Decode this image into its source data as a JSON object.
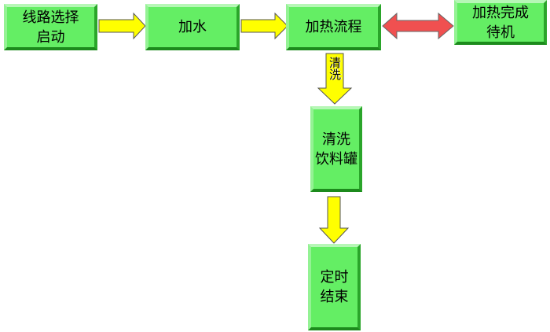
{
  "colors": {
    "box_fill": "#64ee64",
    "arrow_yellow": "#ffff00",
    "arrow_red": "#f05050"
  },
  "nodes": {
    "line_select": {
      "line1": "线路选择",
      "line2": "启动"
    },
    "add_water": {
      "line1": "加水"
    },
    "heating_process": {
      "line1": "加热流程"
    },
    "heating_done": {
      "line1": "加热完成",
      "line2": "待机"
    },
    "clean_tank": {
      "line1": "清洗",
      "line2": "饮料罐"
    },
    "timed_end": {
      "line1": "定时",
      "line2": "结束"
    }
  },
  "edges": {
    "clean_label": "清洗"
  }
}
